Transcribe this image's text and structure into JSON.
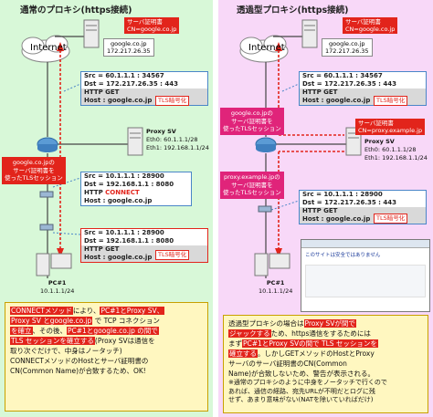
{
  "left": {
    "title": "通常のプロキシ(https接続)",
    "internet_label": "Internet",
    "server_badge": {
      "line1": "サーバ証明書",
      "line2": "CN=google.co.jp"
    },
    "server_box": {
      "line1": "google.co.jp",
      "line2": "172.217.26.35"
    },
    "packet_top": {
      "src": "Src = 60.1.1.1 : 34567",
      "dst": "Dst = 172.217.26.35 : 443",
      "method": "HTTP GET",
      "host": "Host : google.co.jp"
    },
    "tls_top": "TLS暗号化",
    "callout": {
      "line1": "google.co.jpの",
      "line2": "サーバ証明書を",
      "line3": "使ったTLSセッション"
    },
    "proxy": {
      "name": "Proxy SV",
      "eth0": "Eth0: 60.1.1.1/28",
      "eth1": "Eth1: 192.168.1.1/24"
    },
    "packet_connect": {
      "src": "Src = 10.1.1.1 : 28900",
      "dst": "Dst = 192.168.1.1 : 8080",
      "method_prefix": "HTTP ",
      "method_highlight": "CONNECT",
      "host": "Host : google.co.jp"
    },
    "packet_get": {
      "src": "Src = 10.1.1.1 : 28900",
      "dst": "Dst = 192.168.1.1 : 8080",
      "method": "HTTP GET",
      "host": "Host : google.co.jp"
    },
    "tls_bottom": "TLS暗号化",
    "pc": {
      "name": "PC#1",
      "ip": "10.1.1.1/24"
    },
    "explanation": {
      "l1a": "CONNECTメソッド",
      "l1b": "により、",
      "l1c": "PC#1とProxy SV、",
      "l2a": "Proxy SV とgoogle.co.jp",
      "l2b": " で TCP コネクション",
      "l3a": "を確立",
      "l3b": "、その後、",
      "l3c": "PC#1とgoogle.co.jp の間で",
      "l4a": "TLS セッションを確立する",
      "l4b": "(Proxy SVは通信を",
      "l5": "取り次ぐだけで、中身はノータッチ)",
      "l6": "CONNECTメソッドのHostとサーバ証明書の",
      "l7": "CN(Common Name)が合致するため、OK!"
    }
  },
  "right": {
    "title": "透過型プロキシ(https接続)",
    "internet_label": "Internet",
    "server_badge": {
      "line1": "サーバ証明書",
      "line2": "CN=google.co.jp"
    },
    "server_box": {
      "line1": "google.co.jp",
      "line2": "172.217.26.35"
    },
    "packet_top": {
      "src": "Src = 60.1.1.1 : 34567",
      "dst": "Dst = 172.217.26.35 : 443",
      "method": "HTTP GET",
      "host": "Host : google.co.jp"
    },
    "tls_top": "TLS暗号化",
    "callout_top": {
      "line1": "google.co.jpの",
      "line2": "サーバ証明書を",
      "line3": "使ったTLSセッション"
    },
    "proxy_badge": {
      "line1": "サーバ証明書",
      "line2": "CN=proxy.example.jp"
    },
    "proxy": {
      "name": "Proxy SV",
      "eth0": "Eth0: 60.1.1.1/28",
      "eth1": "Eth1: 192.168.1.1/24"
    },
    "callout_bottom": {
      "line1": "proxy.example.jpの",
      "line2": "サーバ証明書を",
      "line3": "使ったTLSセッション"
    },
    "packet_bottom": {
      "src": "Src = 10.1.1.1 : 28900",
      "dst": "Dst = 172.217.26.35 : 443",
      "method": "HTTP GET",
      "host": "Host : google.co.jp"
    },
    "tls_bottom": "TLS暗号化",
    "warning": "このサイトは安全ではありません",
    "pc": {
      "name": "PC#1",
      "ip": "10.1.1.1/24"
    },
    "explanation": {
      "l1a": "透過型プロキシの場合は",
      "l1b": "Proxy SVが間で",
      "l2a": "ジャックする",
      "l2b": "ため、https通信をするためには",
      "l3a": "まず",
      "l3b": "PC#1とProxy SVの間で TLS セッションを",
      "l4a": "確立する",
      "l4b": "。しかしGETメソッドのHostとProxy",
      "l5": "サーバのサーバ証明書のCN(Common",
      "l6": "Name)が合致しないため、警告が表示される。",
      "note1": "※通常のプロキシのように中身をノータッチで行くので",
      "note2": "あれば、通信の経路、宛先URLが不明だとログに残",
      "note3": "せず、あまり意味がない(NATを除いていればだけ)"
    }
  },
  "colors": {
    "accent_red": "#e2241b",
    "accent_blue": "#4a86c8",
    "left_bg": "#d8f8d8",
    "right_bg": "#f8d8f8"
  }
}
